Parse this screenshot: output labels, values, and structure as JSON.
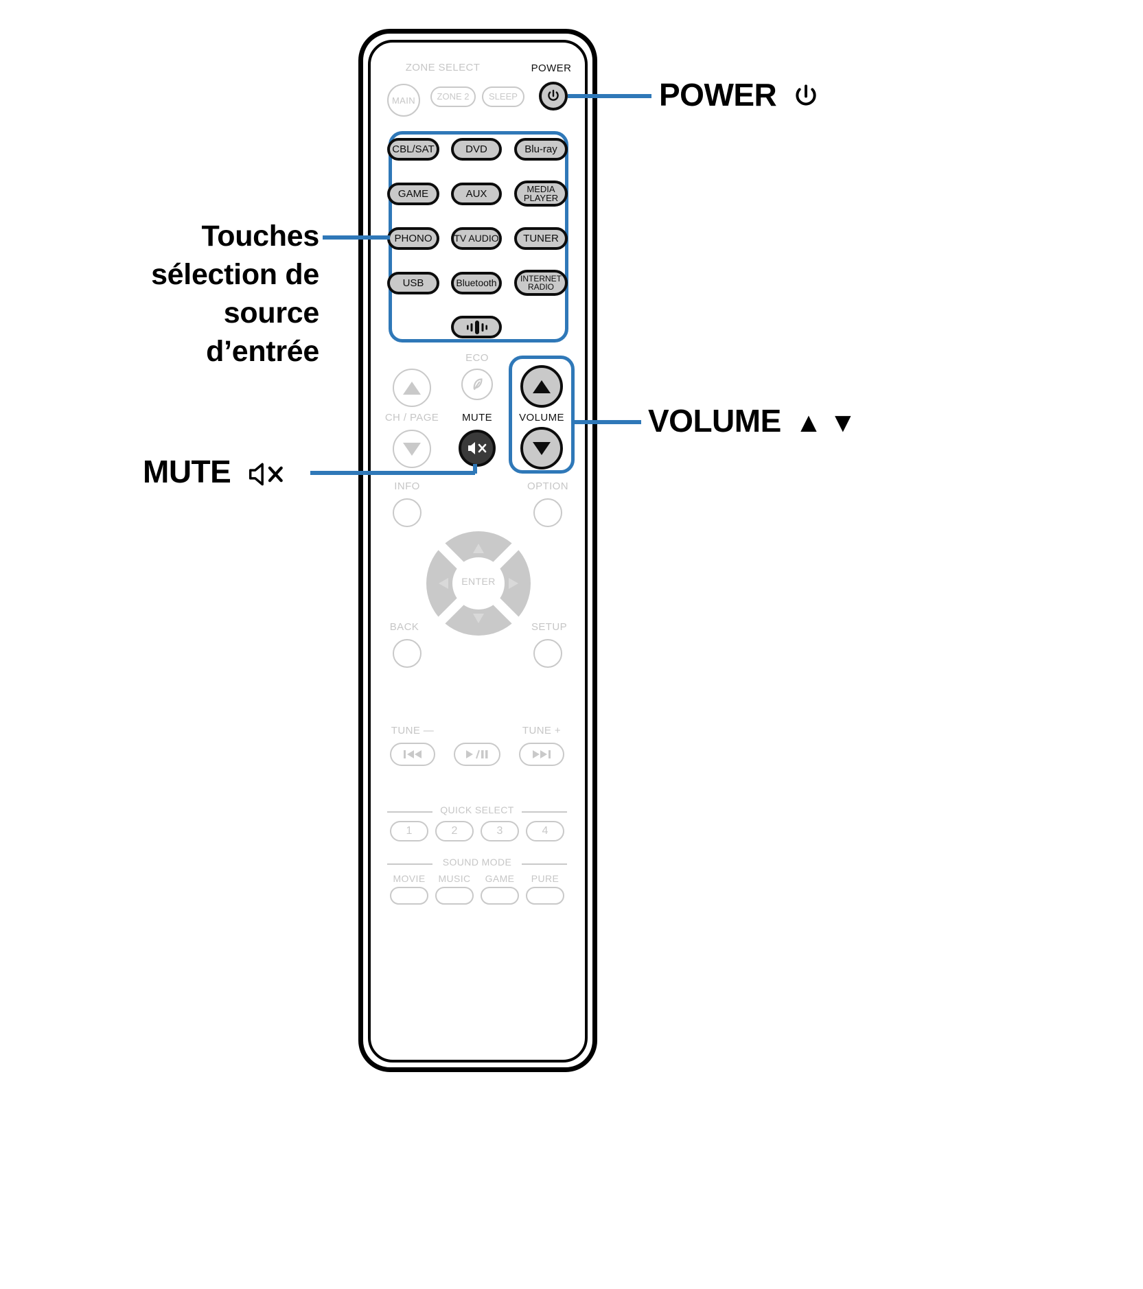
{
  "page": {
    "background": "#ffffff",
    "accent_blue": "#2f78b8",
    "dim_gray": "#c9c9c9",
    "active_dark": "#0d0d0d"
  },
  "callouts": {
    "power": {
      "label": "POWER",
      "icon": "power-icon",
      "glyph": "⏻"
    },
    "volume": {
      "label": "VOLUME",
      "icon": "volume-up-down-icon",
      "glyph_up": "▲",
      "glyph_down": "▼"
    },
    "mute": {
      "label": "MUTE",
      "icon": "mute-speaker-icon"
    },
    "source_select": {
      "lines": [
        "Touches",
        "sélection de",
        "source",
        "d’entrée"
      ]
    }
  },
  "remote": {
    "zone_select": {
      "title": "ZONE SELECT",
      "buttons": [
        {
          "label": "MAIN",
          "shape": "circle",
          "state": "dim"
        },
        {
          "label": "ZONE 2",
          "shape": "pill",
          "state": "dim"
        },
        {
          "label": "SLEEP",
          "shape": "pill",
          "state": "dim"
        }
      ]
    },
    "power_button": {
      "label": "POWER",
      "icon": "power-icon",
      "state": "highlighted"
    },
    "source_buttons": [
      {
        "label": "CBL/SAT",
        "state": "highlighted"
      },
      {
        "label": "DVD",
        "state": "highlighted"
      },
      {
        "label": "Blu-ray",
        "state": "highlighted"
      },
      {
        "label": "GAME",
        "state": "highlighted"
      },
      {
        "label": "AUX",
        "state": "highlighted"
      },
      {
        "label": "MEDIA\nPLAYER",
        "line1": "MEDIA",
        "line2": "PLAYER",
        "state": "highlighted"
      },
      {
        "label": "PHONO",
        "state": "highlighted"
      },
      {
        "label": "TV AUDIO",
        "state": "highlighted"
      },
      {
        "label": "TUNER",
        "state": "highlighted"
      },
      {
        "label": "USB",
        "state": "highlighted"
      },
      {
        "label": "Bluetooth",
        "state": "highlighted"
      },
      {
        "label": "INTERNET\nRADIO",
        "line1": "INTERNET",
        "line2": "RADIO",
        "state": "highlighted"
      }
    ],
    "heos_button": {
      "icon": "heos-sound-icon",
      "state": "highlighted"
    },
    "eco": {
      "label": "ECO",
      "icon": "leaf-icon",
      "state": "dim"
    },
    "ch_page": {
      "label": "CH / PAGE",
      "up": "▲",
      "down": "▼",
      "state": "dim"
    },
    "mute_button": {
      "label": "MUTE",
      "icon": "mute-speaker-icon",
      "state": "highlighted"
    },
    "volume_buttons": {
      "label": "VOLUME",
      "up": "▲",
      "down": "▼",
      "state": "highlighted"
    },
    "info_button": {
      "label": "INFO",
      "state": "dim"
    },
    "option_button": {
      "label": "OPTION",
      "state": "dim"
    },
    "dpad": {
      "center": "ENTER",
      "up": "▲",
      "down": "▼",
      "left": "◀",
      "right": "▶",
      "state": "dim"
    },
    "back_button": {
      "label": "BACK",
      "state": "dim"
    },
    "setup_button": {
      "label": "SETUP",
      "state": "dim"
    },
    "transport": {
      "tune_minus": "TUNE —",
      "tune_plus": "TUNE +",
      "prev": "⏮",
      "play_pause": "▶/Ⅱ",
      "next": "⏭",
      "state": "dim"
    },
    "quick_select": {
      "title": "QUICK SELECT",
      "buttons": [
        "1",
        "2",
        "3",
        "4"
      ],
      "state": "dim"
    },
    "sound_mode": {
      "title": "SOUND MODE",
      "buttons": [
        "MOVIE",
        "MUSIC",
        "GAME",
        "PURE"
      ],
      "state": "dim"
    }
  }
}
